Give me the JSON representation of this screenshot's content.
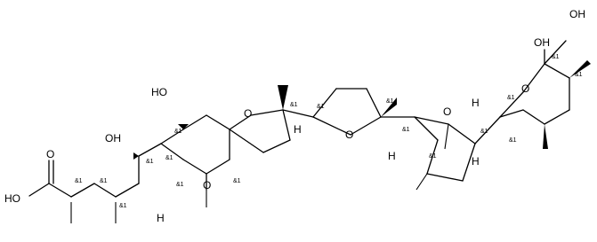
{
  "atoms": {
    "ho_top_left": "HO",
    "oh_acid_side": "OH",
    "o_carbonyl": "O",
    "ho_acid": "HO",
    "o_ring_a": "O",
    "o_ring_b": "O",
    "o_ring_c": "O",
    "o_ring_d": "O",
    "o_ring_e": "O",
    "oh_right_1": "OH",
    "oh_right_2": "OH",
    "h_a": "H",
    "h_b": "H",
    "h_c": "H",
    "h_d": "H",
    "h_e": "H"
  },
  "stereo_label": "&1"
}
